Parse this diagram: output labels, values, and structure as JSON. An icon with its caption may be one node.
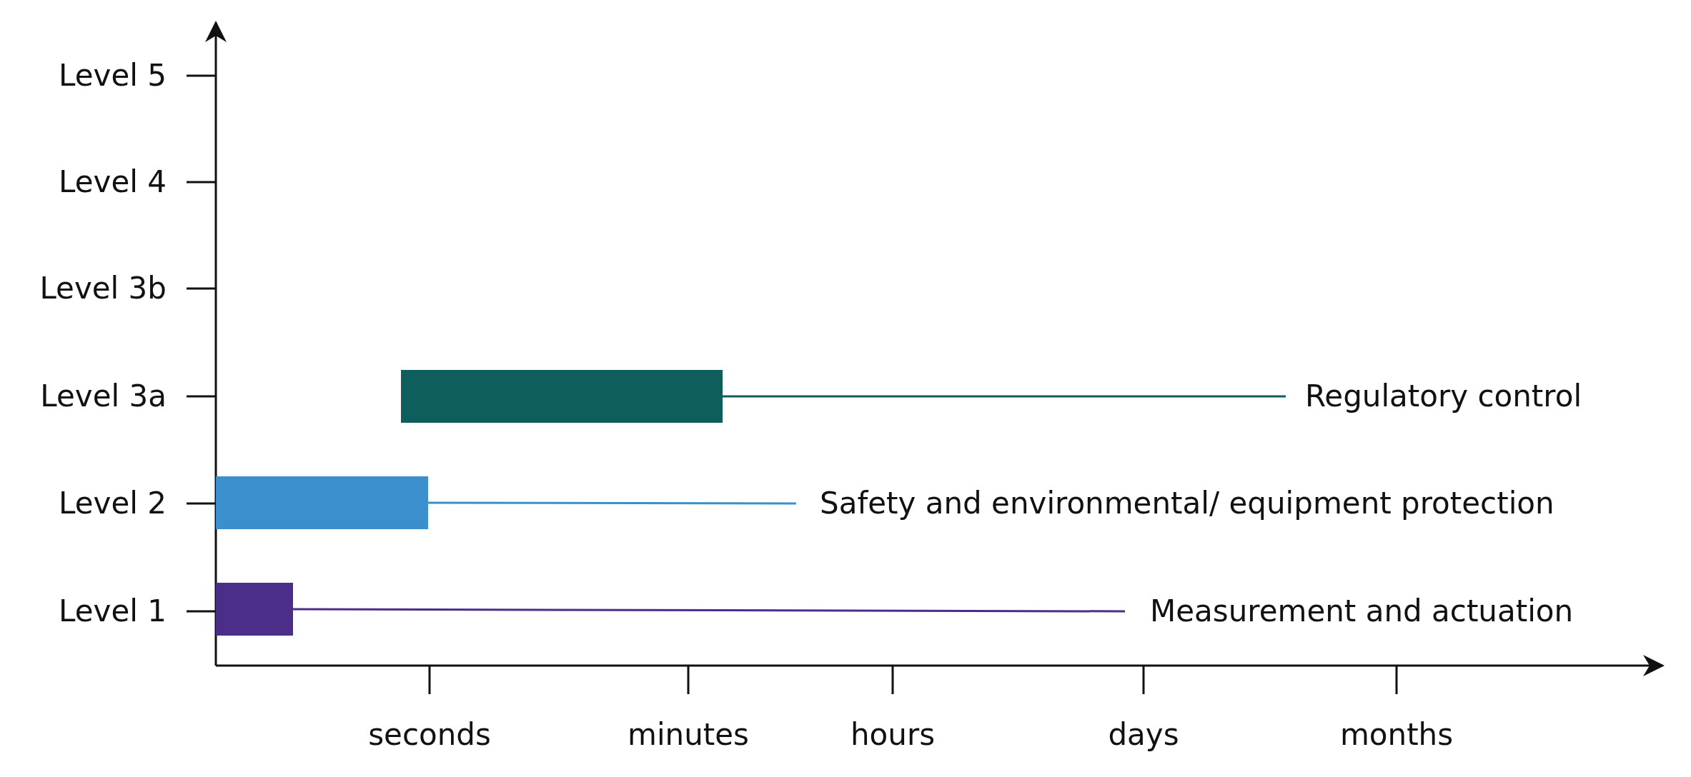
{
  "diagram": {
    "nodes": [
      {
        "text": [],
        "shape": "bar"
      },
      {
        "text": [
          "Regulatory control"
        ]
      },
      {
        "text": [],
        "shape": "bar"
      },
      {
        "text": [
          "Safety and environmental/ equipment protection"
        ]
      },
      {
        "text": [],
        "shape": "bar"
      },
      {
        "text": [
          "Measurement and actuation"
        ]
      }
    ],
    "edges": [
      {
        "from": 1,
        "to": 0,
        "arrow": "none",
        "color": "#0f5e5e"
      },
      {
        "from": 3,
        "to": 2,
        "arrow": "none",
        "color": "#3a8fcc"
      },
      {
        "from": 5,
        "to": 4,
        "arrow": "none",
        "color": "#4b2e8a"
      }
    ],
    "labels": [
      "Level 5",
      "Level 4",
      "Level 3b",
      "Level 3a",
      "Level 2",
      "Level 1",
      "seconds",
      "minutes",
      "hours",
      "days",
      "months"
    ]
  }
}
